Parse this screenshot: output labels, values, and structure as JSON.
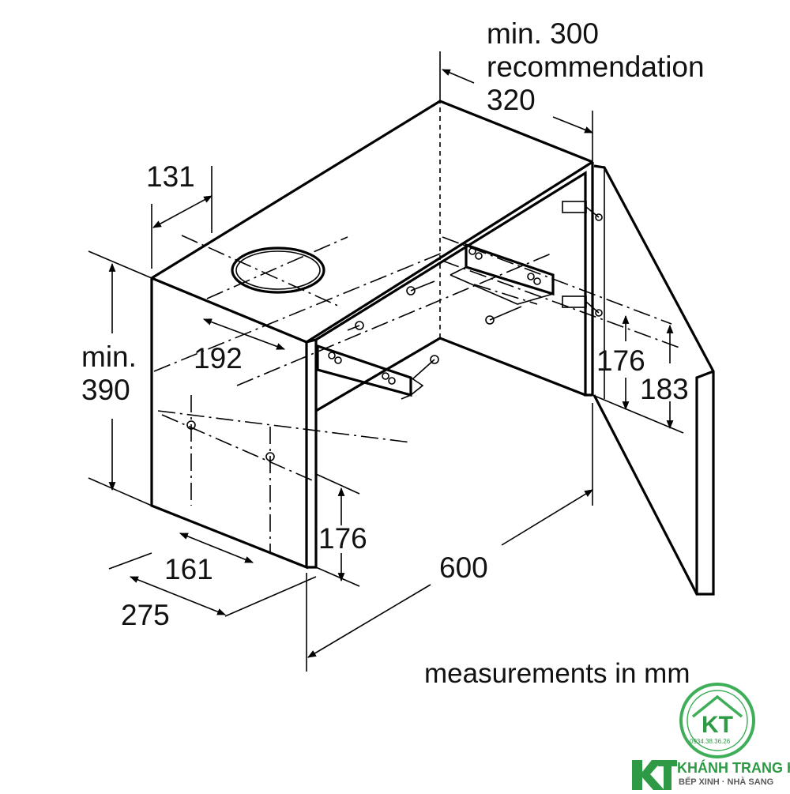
{
  "diagram": {
    "labels": {
      "top_min": "min. 300",
      "top_recommendation": "recommendation",
      "top_value": "320",
      "depth_131": "131",
      "height_min": "min.",
      "height_390": "390",
      "width_192": "192",
      "door_176": "176",
      "door_183": "183",
      "front_176": "176",
      "front_161": "161",
      "depth_275": "275",
      "width_600": "600",
      "units_note": "measurements in mm"
    }
  },
  "logo": {
    "monogram": "KT",
    "phone": "0934.38.36.26",
    "brand": "KHÁNH TRANG HOME",
    "tagline": "BẾP XINH · NHÀ SANG",
    "green": "#2e9a45",
    "ring": "#3fae58"
  }
}
